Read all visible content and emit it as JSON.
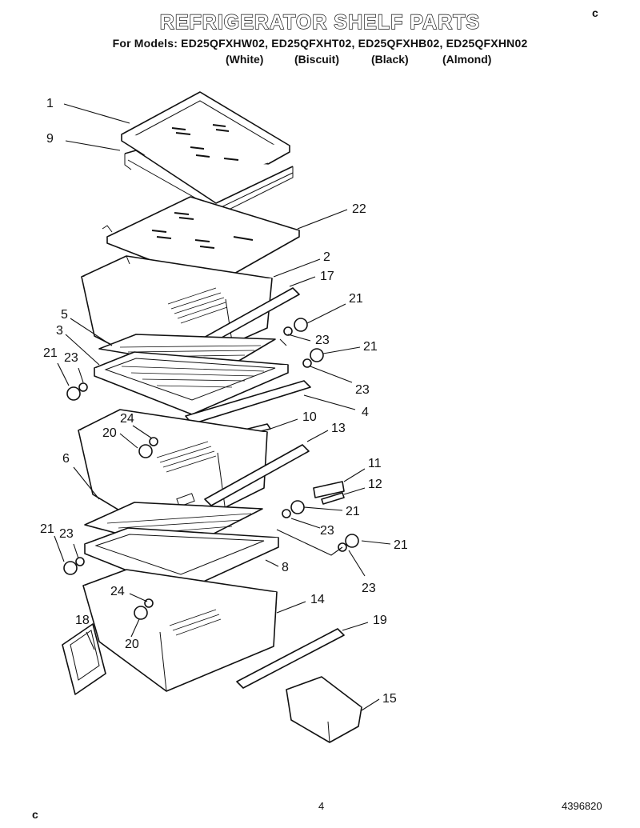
{
  "header": {
    "title": "REFRIGERATOR SHELF PARTS",
    "models_line": "For Models: ED25QFXHW02, ED25QFXHT02, ED25QFXHB02, ED25QFXHN02",
    "colors": [
      "(White)",
      "(Biscuit)",
      "(Black)",
      "(Almond)"
    ],
    "corner_mark": "c"
  },
  "callouts": [
    "1",
    "9",
    "22",
    "2",
    "17",
    "21",
    "23",
    "21",
    "23",
    "5",
    "3",
    "21",
    "23",
    "4",
    "24",
    "20",
    "10",
    "13",
    "6",
    "11",
    "12",
    "21",
    "21",
    "23",
    "23",
    "21",
    "8",
    "21",
    "23",
    "24",
    "14",
    "19",
    "18",
    "20",
    "15"
  ],
  "footer": {
    "page": "4",
    "doc_number": "4396820",
    "corner_mark": "c"
  }
}
